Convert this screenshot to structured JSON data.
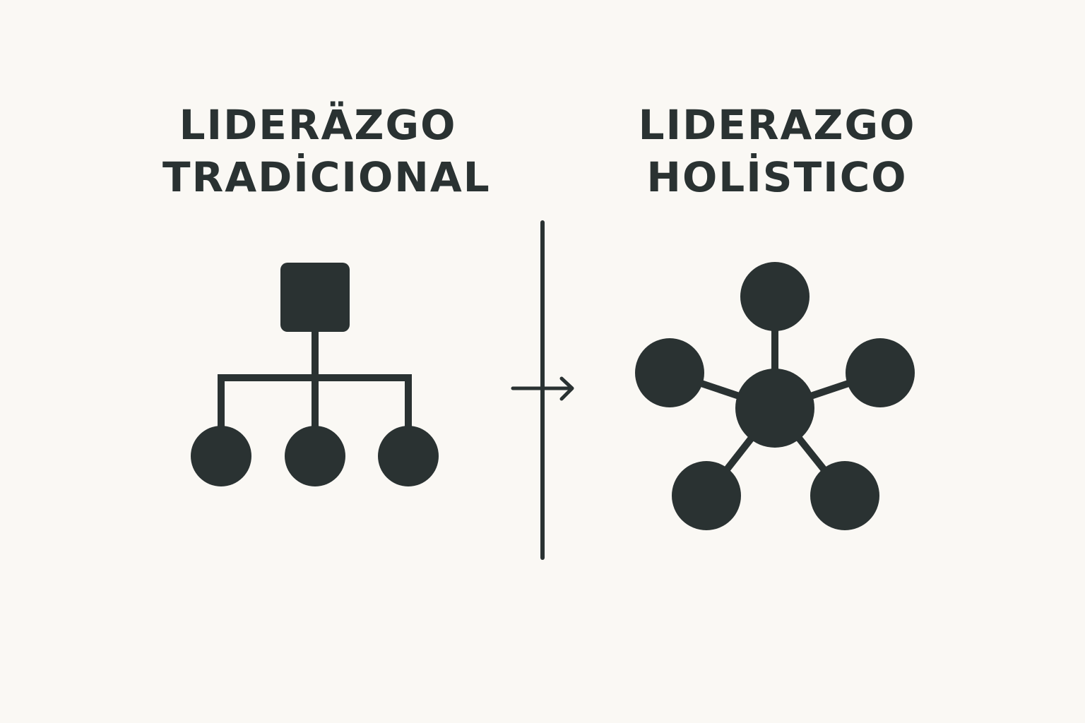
{
  "colors": {
    "background": "#faf8f4",
    "ink": "#2a3232"
  },
  "left_panel": {
    "title_line1": "LIDERÄZGO",
    "title_line2": "TRADİCIONAL",
    "icon": "hierarchy-tree-icon"
  },
  "divider": {
    "icon": "right-arrow-icon"
  },
  "right_panel": {
    "title_line1": "LIDERAZGO",
    "title_line2": "HOLİSTICO",
    "icon": "network-hub-icon"
  }
}
